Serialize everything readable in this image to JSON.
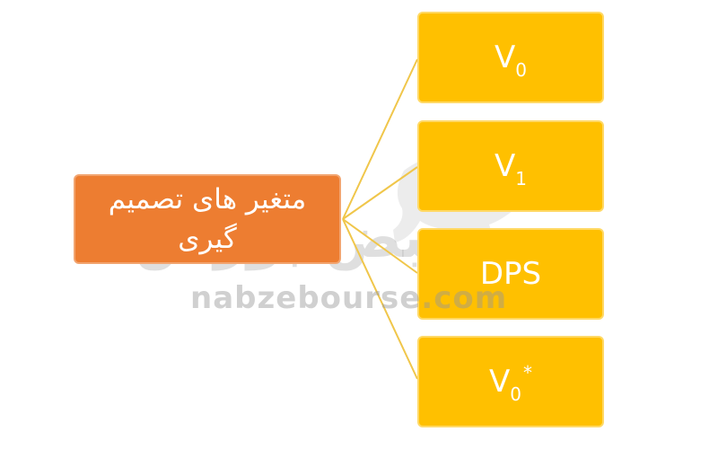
{
  "root": {
    "label": "متغیر های تصمیم گیری"
  },
  "leaves": [
    {
      "main": "V",
      "sub": "0",
      "sup": ""
    },
    {
      "main": "V",
      "sub": "1",
      "sup": ""
    },
    {
      "main": "DPS",
      "sub": "",
      "sup": ""
    },
    {
      "main": "V",
      "sub": "0",
      "sup": "*"
    }
  ],
  "watermark": {
    "url": "nabzebourse.com",
    "logo_text": "نبض بورس"
  },
  "colors": {
    "root_fill": "#ed7d31",
    "leaf_fill": "#ffc000",
    "connector": "#f0c64a"
  }
}
